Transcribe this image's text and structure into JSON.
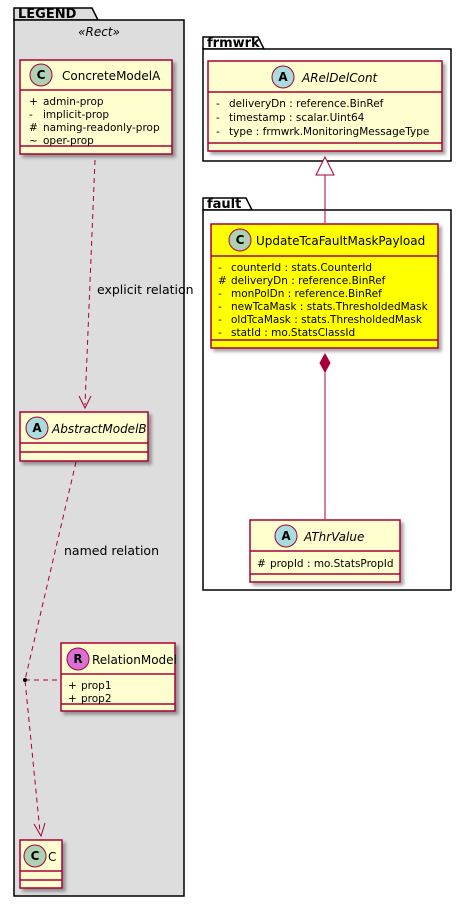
{
  "packages": {
    "legend": {
      "name": "LEGEND",
      "stereotype": "«Rect»"
    },
    "frmwrk": {
      "name": "frmwrk"
    },
    "fault": {
      "name": "fault"
    }
  },
  "classes": {
    "concrete_model_a": {
      "kind": "C",
      "name": "ConcreteModelA",
      "badge_color": "#ADD1B2",
      "attributes": [
        {
          "vis": "+",
          "text": "admin-prop"
        },
        {
          "vis": "-",
          "text": "implicit-prop"
        },
        {
          "vis": "#",
          "text": "naming-readonly-prop"
        },
        {
          "vis": "~",
          "text": "oper-prop"
        }
      ]
    },
    "abstract_model_b": {
      "kind": "A",
      "name": "AbstractModelB",
      "badge_color": "#A9DCDF",
      "attributes": []
    },
    "relation_model": {
      "kind": "R",
      "name": "RelationModel",
      "badge_color": "#DA70D6",
      "attributes": [
        {
          "vis": "+",
          "text": "prop1"
        },
        {
          "vis": "+",
          "text": "prop2"
        }
      ]
    },
    "c": {
      "kind": "C",
      "name": "C",
      "badge_color": "#ADD1B2",
      "attributes": []
    },
    "arel_del_cont": {
      "kind": "A",
      "name": "ARelDelCont",
      "badge_color": "#A9DCDF",
      "attributes": [
        {
          "vis": "-",
          "text": "deliveryDn : reference.BinRef"
        },
        {
          "vis": "-",
          "text": "timestamp : scalar.Uint64"
        },
        {
          "vis": "-",
          "text": "type : frmwrk.MonitoringMessageType"
        }
      ]
    },
    "update_tca_fault_mask_payload": {
      "kind": "C",
      "name": "UpdateTcaFaultMaskPayload",
      "badge_color": "#ADD1B2",
      "attributes": [
        {
          "vis": "-",
          "text": "counterId : stats.CounterId"
        },
        {
          "vis": "#",
          "text": "deliveryDn : reference.BinRef"
        },
        {
          "vis": "-",
          "text": "monPolDn : reference.BinRef"
        },
        {
          "vis": "-",
          "text": "newTcaMask : stats.ThresholdedMask"
        },
        {
          "vis": "-",
          "text": "oldTcaMask : stats.ThresholdedMask"
        },
        {
          "vis": "-",
          "text": "statId : mo.StatsClassId"
        }
      ]
    },
    "athr_value": {
      "kind": "A",
      "name": "AThrValue",
      "badge_color": "#A9DCDF",
      "attributes": [
        {
          "vis": "#",
          "text": "propId : mo.StatsPropId"
        }
      ]
    }
  },
  "relations": {
    "explicit": {
      "label": "explicit relation"
    },
    "named": {
      "label": "named relation"
    }
  },
  "colors": {
    "class_fill": "#FEFECE",
    "class_border": "#A80036",
    "highlight_fill": "#FFFF00",
    "package_fill_legend": "#DDDDDD",
    "package_fill": "#FFFFFF"
  }
}
